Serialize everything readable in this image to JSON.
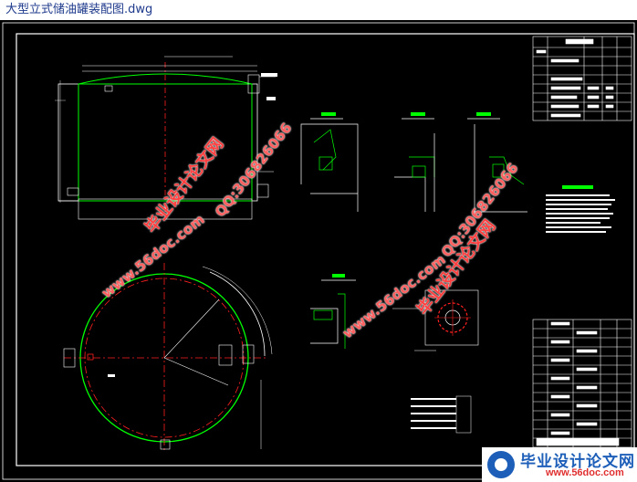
{
  "window": {
    "title": "大型立式储油罐装配图.dwg"
  },
  "watermarks": {
    "site_cn": "毕业设计论文网",
    "url": "www.56doc.com",
    "qq": "QQ:306826066"
  },
  "brand": {
    "name": "毕业设计论文网",
    "url": "www.56doc.com"
  },
  "colors": {
    "background": "#000000",
    "frame": "#ffffff",
    "green": "#00ff00",
    "red": "#ff2020",
    "watermark": "#ff4040",
    "brand_blue": "#1d5fb8"
  }
}
